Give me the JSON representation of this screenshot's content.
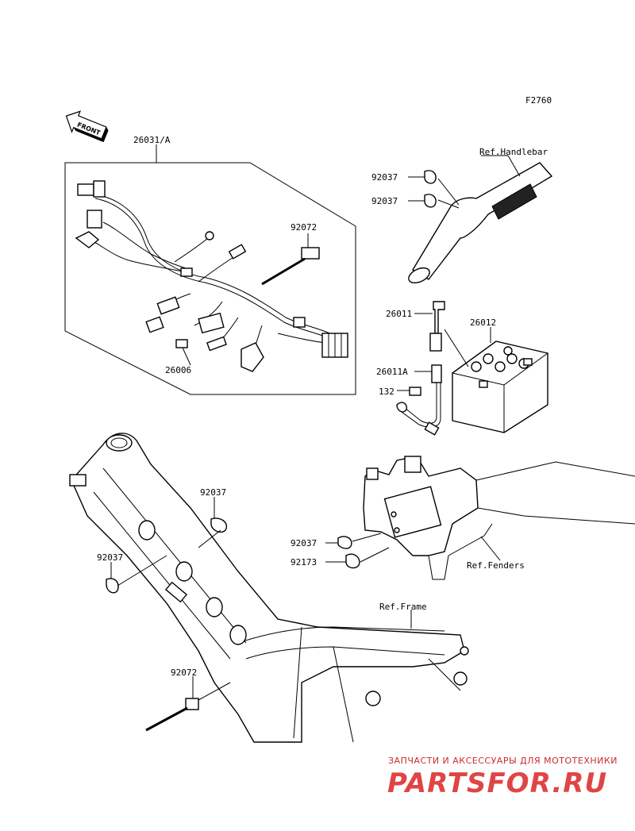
{
  "figure_code": "F2760",
  "front_label": "FRONT",
  "parts": {
    "harness": "26031/A",
    "clamp_top_1": "92037",
    "clamp_top_2": "92037",
    "ref_handlebar": "Ref.Handlebar",
    "band_top": "92072",
    "lead_pos": "26011",
    "battery": "26012",
    "lead_neg": "26011A",
    "bolt": "132",
    "connector": "26006",
    "clamp_frame_1": "92037",
    "clamp_frame_2": "92037",
    "clamp_fender": "92037",
    "clip_fender": "92173",
    "ref_fenders": "Ref.Fenders",
    "ref_frame": "Ref.Frame",
    "band_bottom": "92072"
  },
  "watermark": {
    "tagline": "ЗАПЧАСТИ И АКСЕССУАРЫ ДЛЯ МОТОТЕХНИКИ",
    "brand": "PARTSFOR.RU"
  }
}
